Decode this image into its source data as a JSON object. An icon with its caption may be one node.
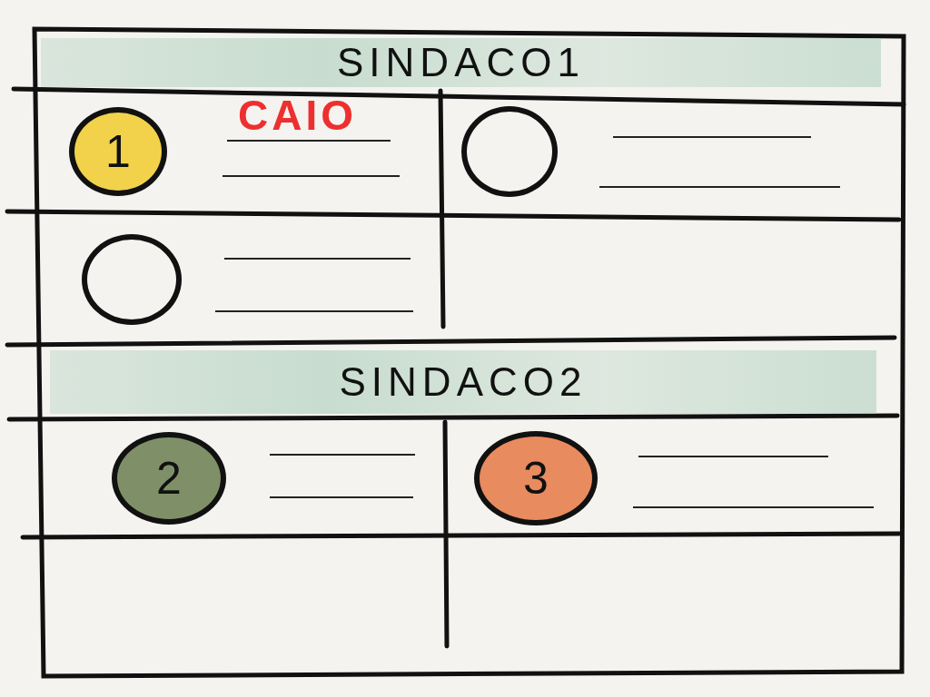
{
  "diagram": {
    "nodes": [
      {
        "text": [
          "SINDACO1"
        ]
      },
      {
        "text": [
          "1"
        ]
      },
      {
        "text": [],
        "shape": "circle"
      },
      {
        "text": [],
        "shape": "circle"
      },
      {
        "text": [
          "SINDACO2"
        ]
      },
      {
        "text": [
          "2"
        ]
      },
      {
        "text": [
          "3"
        ]
      }
    ],
    "labels": [
      "CAIO"
    ]
  }
}
